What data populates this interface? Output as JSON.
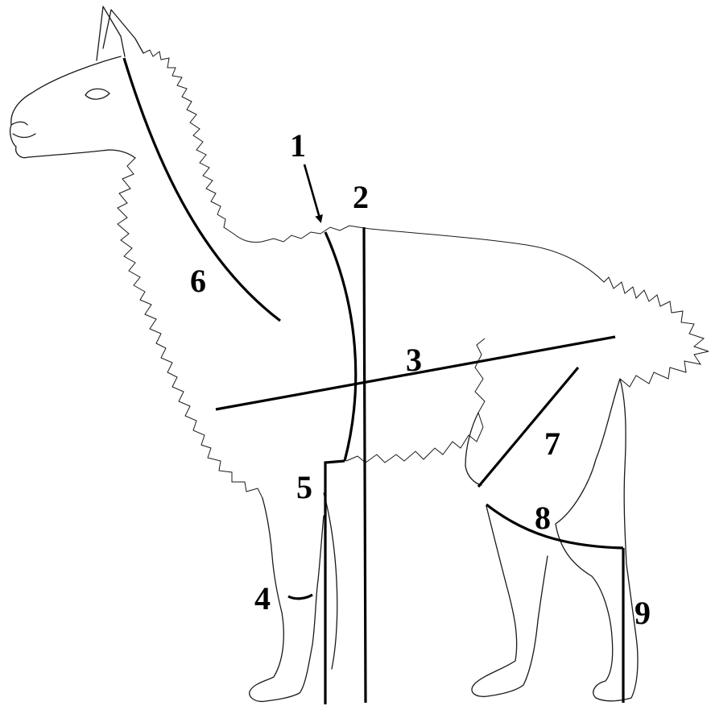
{
  "labels": {
    "m1": "1",
    "m2": "2",
    "m3": "3",
    "m4": "4",
    "m5": "5",
    "m6": "6",
    "m7": "7",
    "m8": "8",
    "m9": "9"
  },
  "colors": {
    "line": "#000000",
    "background": "#ffffff"
  }
}
